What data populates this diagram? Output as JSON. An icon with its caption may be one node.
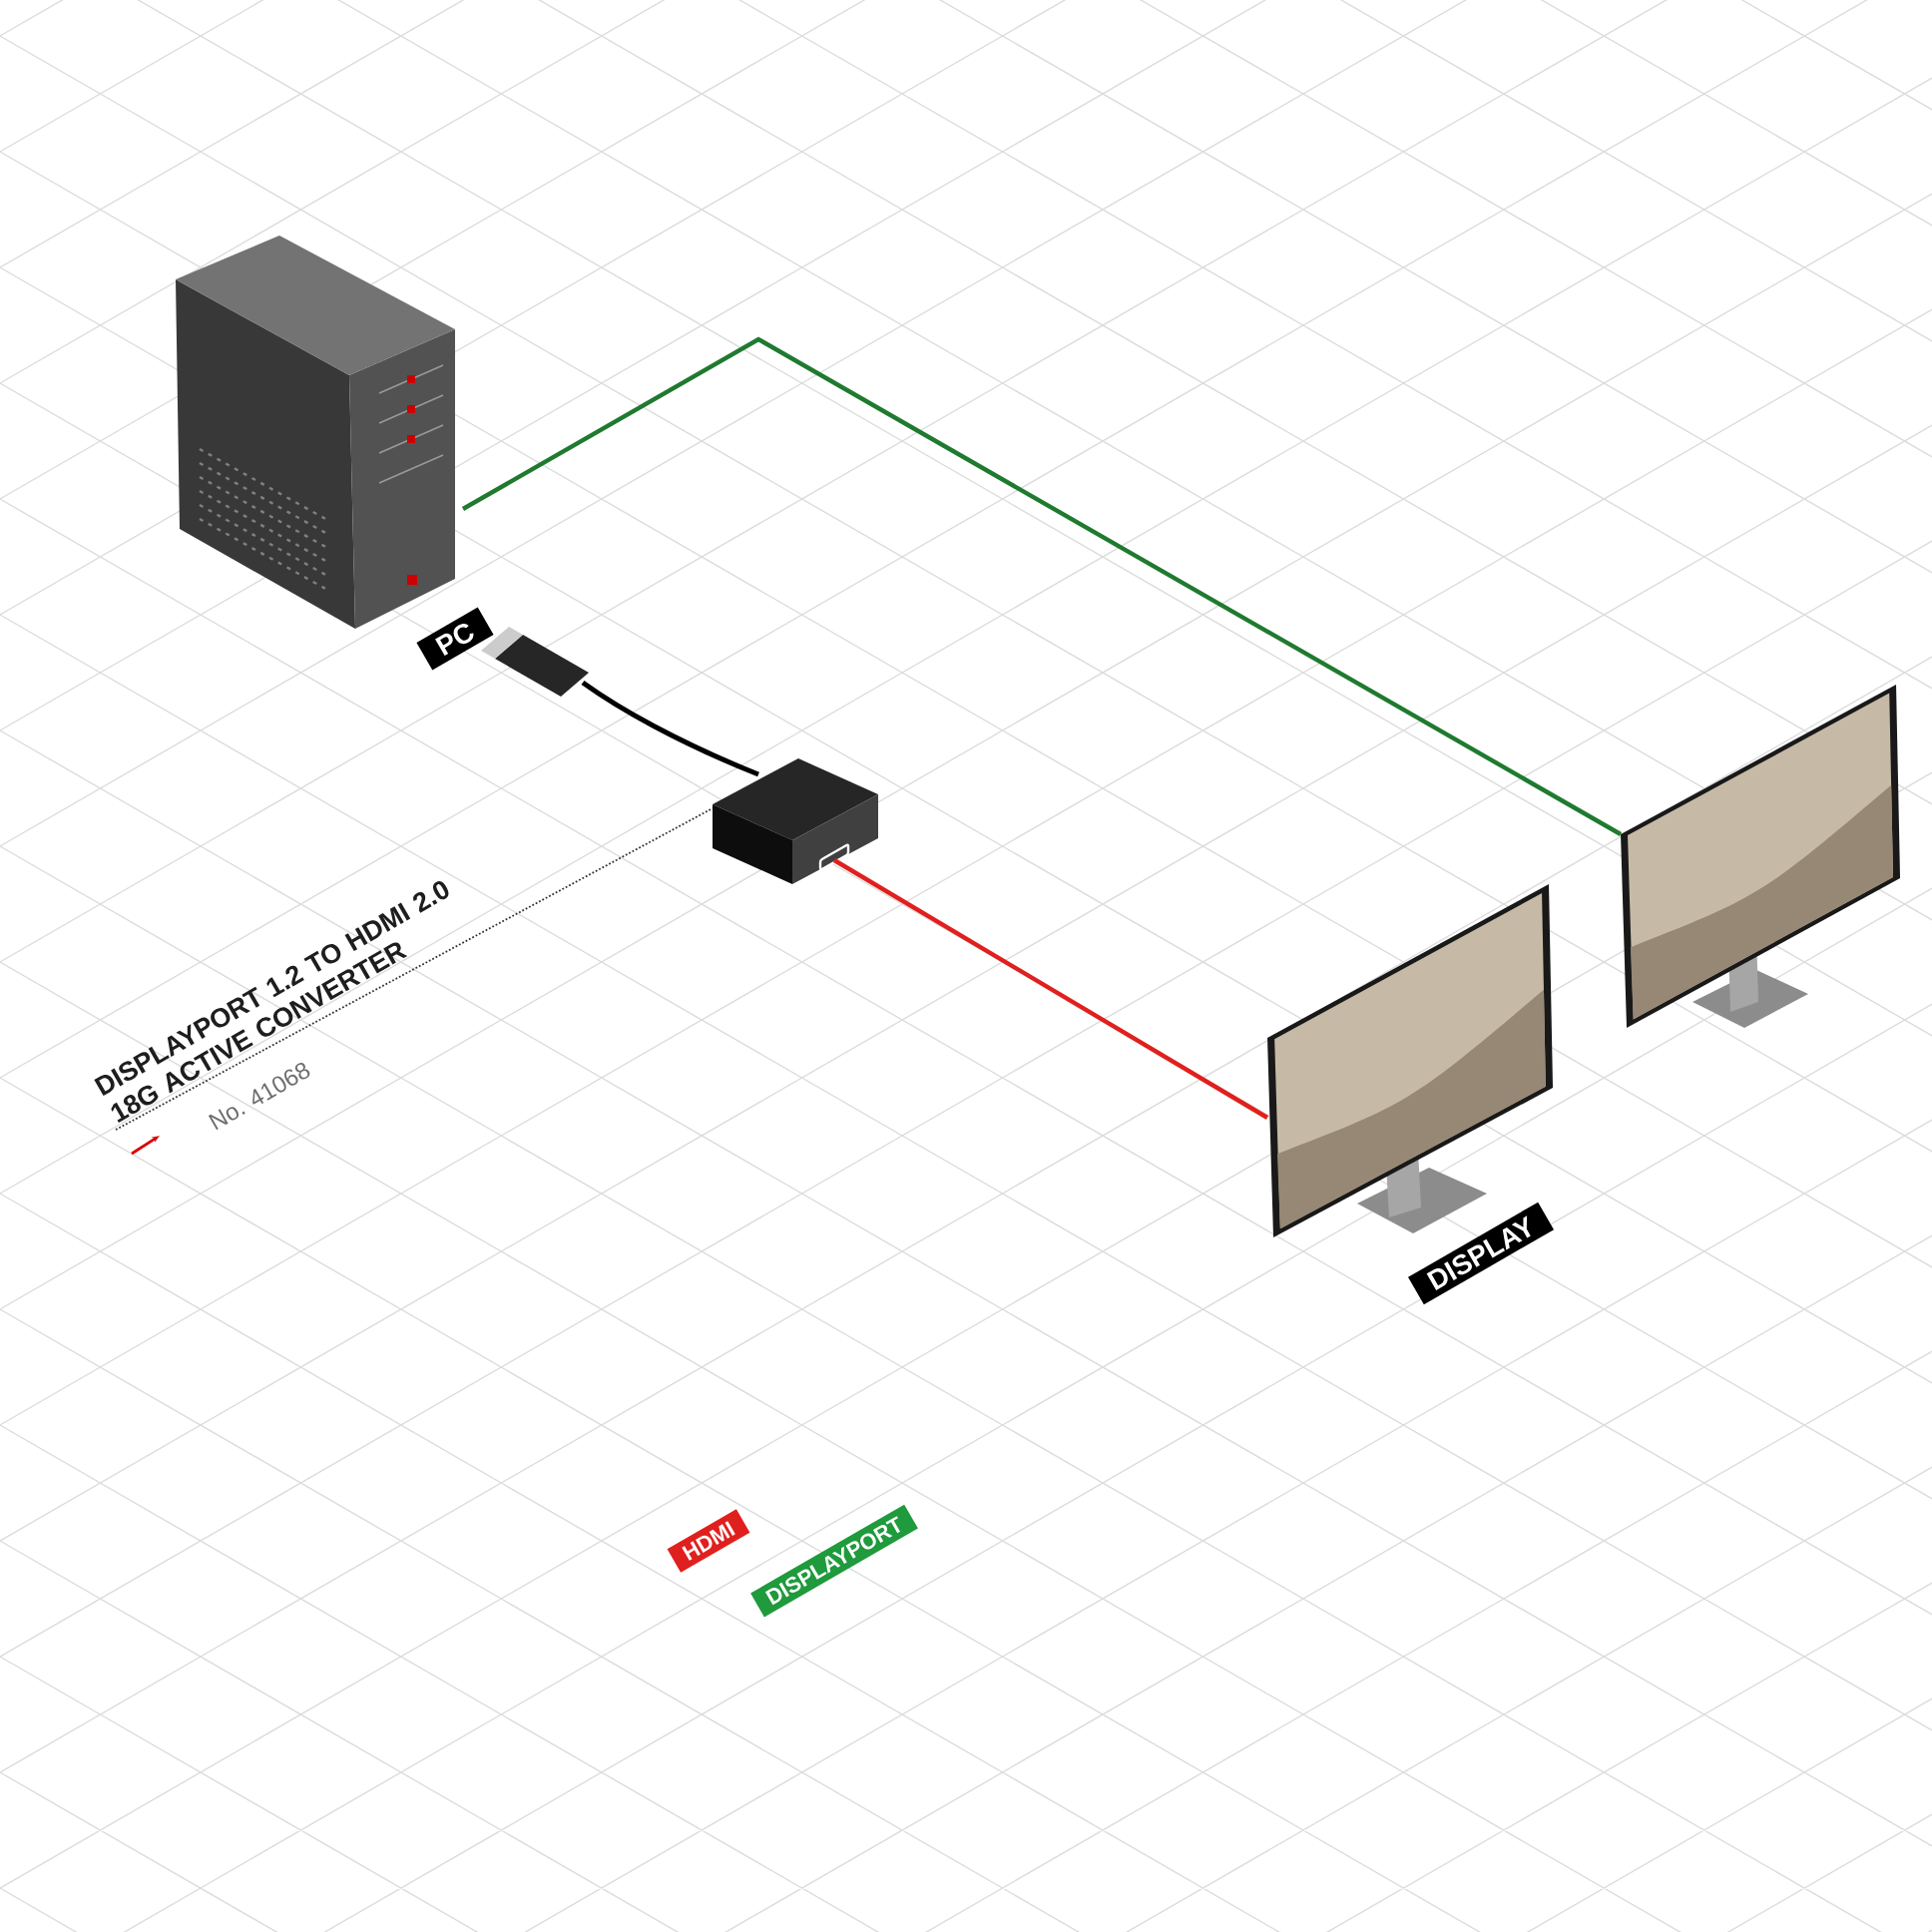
{
  "diagram": {
    "nodes": [
      {
        "text": [
          "PC"
        ]
      },
      {
        "text": [],
        "shape": "picture"
      },
      {
        "text": [
          "DISPLAY"
        ]
      },
      {
        "text": [],
        "shape": "picture"
      },
      {
        "text": [
          "DISPLAYPORT 1.2 TO HDMI 2.0 18G ACTIVE CONVERTER"
        ],
        "beside": [
          "No. 41068"
        ]
      }
    ],
    "edges": [
      {
        "from": 0,
        "to": 3,
        "arrow": "none",
        "color": "#1f7a30"
      },
      {
        "from": 1,
        "to": 2,
        "arrow": "none",
        "color": "#e0201e"
      },
      {
        "from": 4,
        "to": 1,
        "arrow": "none",
        "style": "dashed",
        "color": "#333333"
      }
    ],
    "legend": [
      {
        "text": "HDMI",
        "color": "#e0201e"
      },
      {
        "text": "DISPLAYPORT",
        "color": "#1f9a3c"
      }
    ]
  }
}
